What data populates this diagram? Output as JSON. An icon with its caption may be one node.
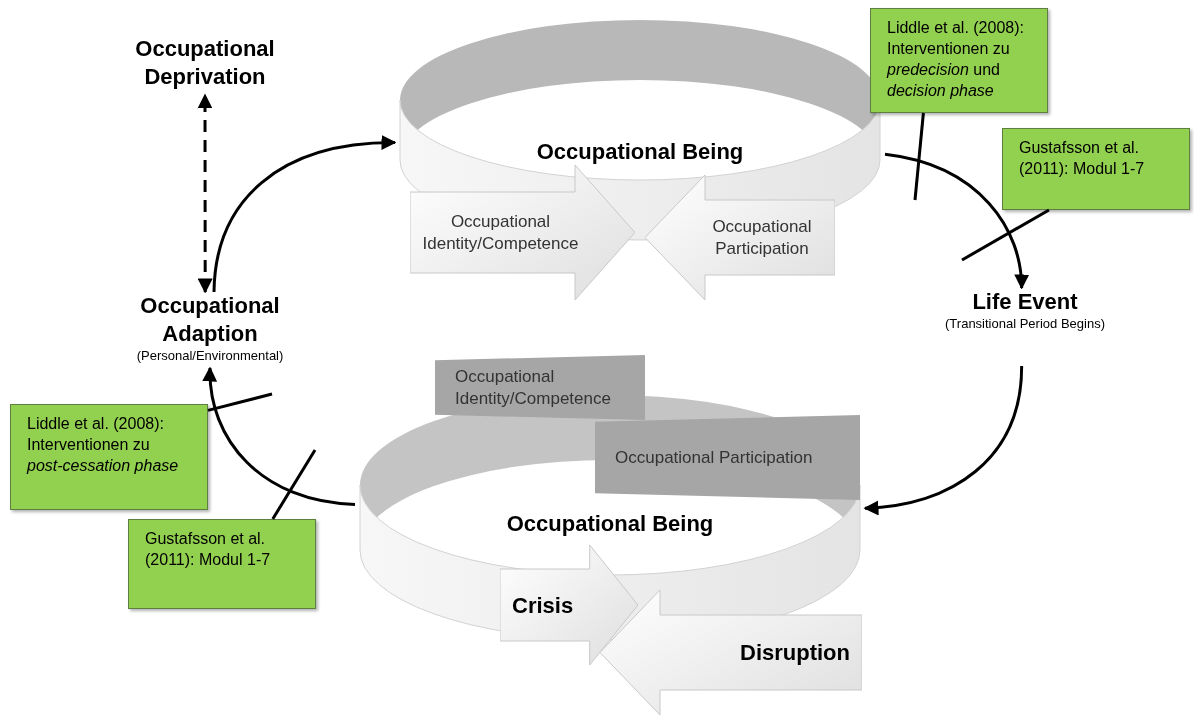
{
  "diagram": {
    "nodes": [
      {
        "text": [
          "Occupational Deprivation"
        ]
      },
      {
        "text": [
          "Occupational Adaption",
          "(Personal/Environmental)"
        ]
      },
      {
        "text": [
          "Occupational Being"
        ]
      },
      {
        "text": [
          "Occupational Identity/Competence"
        ]
      },
      {
        "text": [
          "Occupational Participation"
        ]
      },
      {
        "text": [
          "Occupational Being"
        ]
      },
      {
        "text": [
          "Occupational Identity/Competence"
        ]
      },
      {
        "text": [
          "Occupational Participation"
        ]
      },
      {
        "text": [
          "Crisis"
        ]
      },
      {
        "text": [
          "Disruption"
        ]
      },
      {
        "text": [
          "Life Event",
          "(Transitional Period Begins)"
        ]
      },
      {
        "text": [
          "Liddle et al. (2008): Interventionen zu *predecision* und *decision phase*"
        ]
      },
      {
        "text": [
          "Gustafsson et al. (2011): Modul 1-7"
        ]
      },
      {
        "text": [
          "Liddle et al. (2008): Interventionen zu *post-cessation phase*"
        ]
      },
      {
        "text": [
          "Gustafsson et al. (2011): Modul 1-7"
        ]
      }
    ],
    "edges": [
      {
        "from": 1,
        "to": 0,
        "arrow": "both",
        "style": "dashed"
      },
      {
        "from": 1,
        "to": 2,
        "arrow": "to"
      },
      {
        "from": 2,
        "to": 10,
        "arrow": "to"
      },
      {
        "from": 10,
        "to": 5,
        "arrow": "to"
      },
      {
        "from": 5,
        "to": 1,
        "arrow": "to"
      },
      {
        "from": 11,
        "to": null,
        "arrow": "none"
      },
      {
        "from": 12,
        "to": null,
        "arrow": "none"
      },
      {
        "from": 13,
        "to": null,
        "arrow": "none"
      },
      {
        "from": 14,
        "to": null,
        "arrow": "none"
      }
    ]
  }
}
